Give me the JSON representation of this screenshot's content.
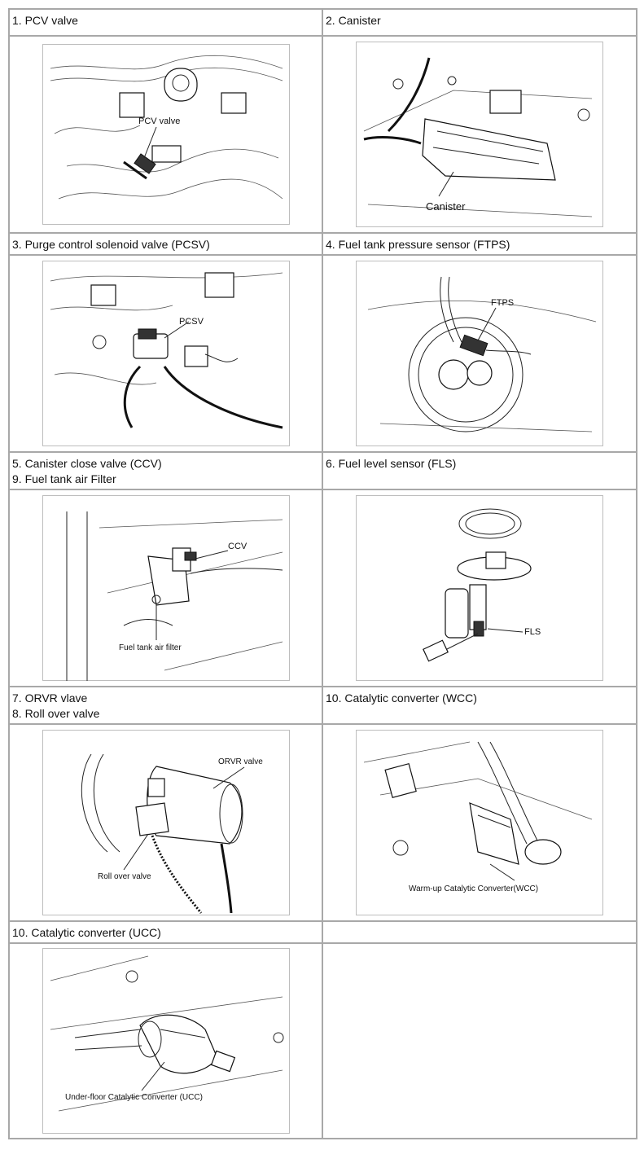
{
  "rows": [
    {
      "left": [
        "1. PCV valve"
      ],
      "right": [
        "2. Canister"
      ]
    },
    {
      "left": [
        "3. Purge control solenoid valve (PCSV)"
      ],
      "right": [
        "4. Fuel tank pressure sensor (FTPS)"
      ]
    },
    {
      "left": [
        "5. Canister close valve (CCV)",
        "9. Fuel tank air Filter"
      ],
      "right": [
        "6. Fuel level sensor (FLS)"
      ]
    },
    {
      "left": [
        "7. ORVR vlave",
        "8. Roll over valve"
      ],
      "right": [
        "10. Catalytic converter (WCC)"
      ]
    },
    {
      "left": [
        "10. Catalytic converter (UCC)"
      ],
      "right": []
    }
  ],
  "figures": {
    "pcv": {
      "label": "PCV valve"
    },
    "canister": {
      "label": "Canister"
    },
    "pcsv": {
      "label": "PCSV"
    },
    "ftps": {
      "label": "FTPS"
    },
    "ccv": {
      "label": "CCV",
      "label2": "Fuel tank air filter"
    },
    "fls": {
      "label": "FLS"
    },
    "orvr": {
      "label": "ORVR valve",
      "label2": "Roll over valve"
    },
    "wcc": {
      "label": "Warm-up Catalytic Converter(WCC)"
    },
    "ucc": {
      "label": "Under-floor Catalytic Converter (UCC)"
    }
  }
}
